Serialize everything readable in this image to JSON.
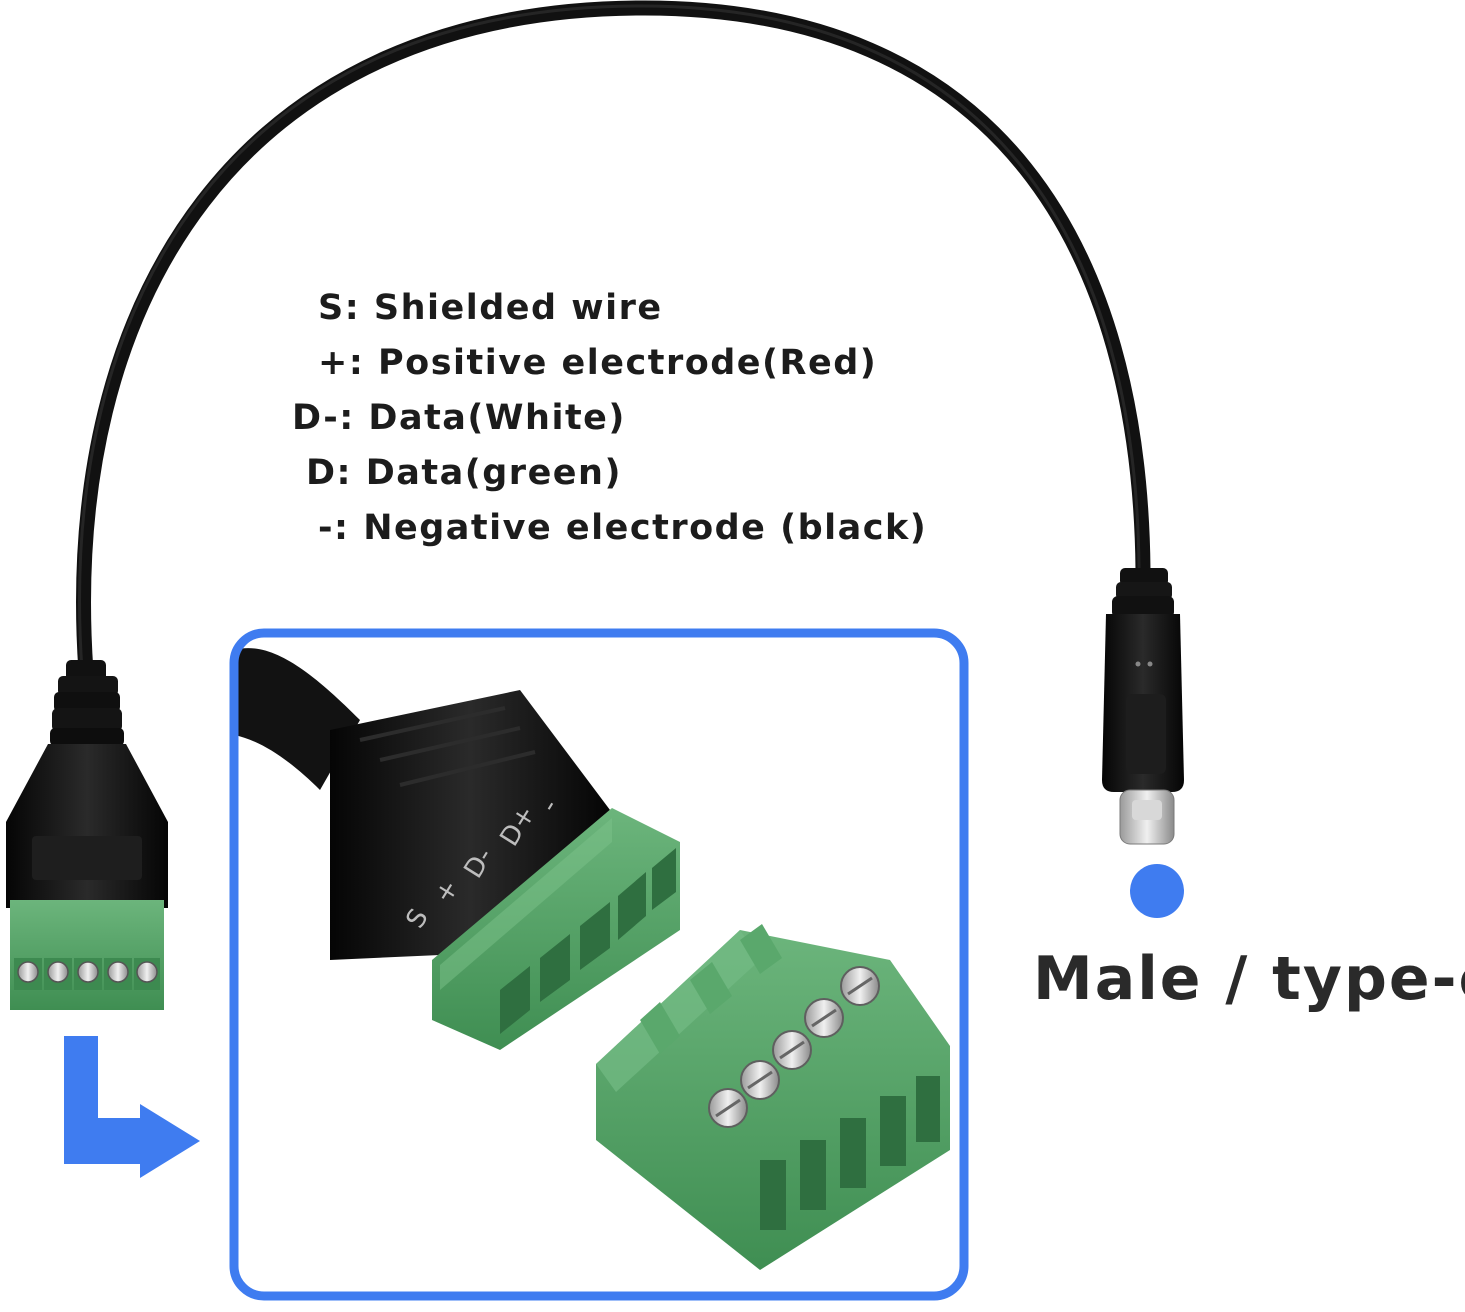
{
  "legend": {
    "lines": [
      "S: Shielded wire",
      "+: Positive electrode(Red)",
      "D-: Data(White)",
      "D: Data(green)",
      "-: Negative electrode (black)"
    ]
  },
  "connector_label": "Male / type-c",
  "terminal_markings": [
    "S",
    "+",
    "D-",
    "D+",
    "-"
  ],
  "colors": {
    "accent_blue": "#3f7cf0",
    "terminal_green": "#52a065",
    "cable_black": "#111111",
    "text": "#1c1c1c"
  }
}
